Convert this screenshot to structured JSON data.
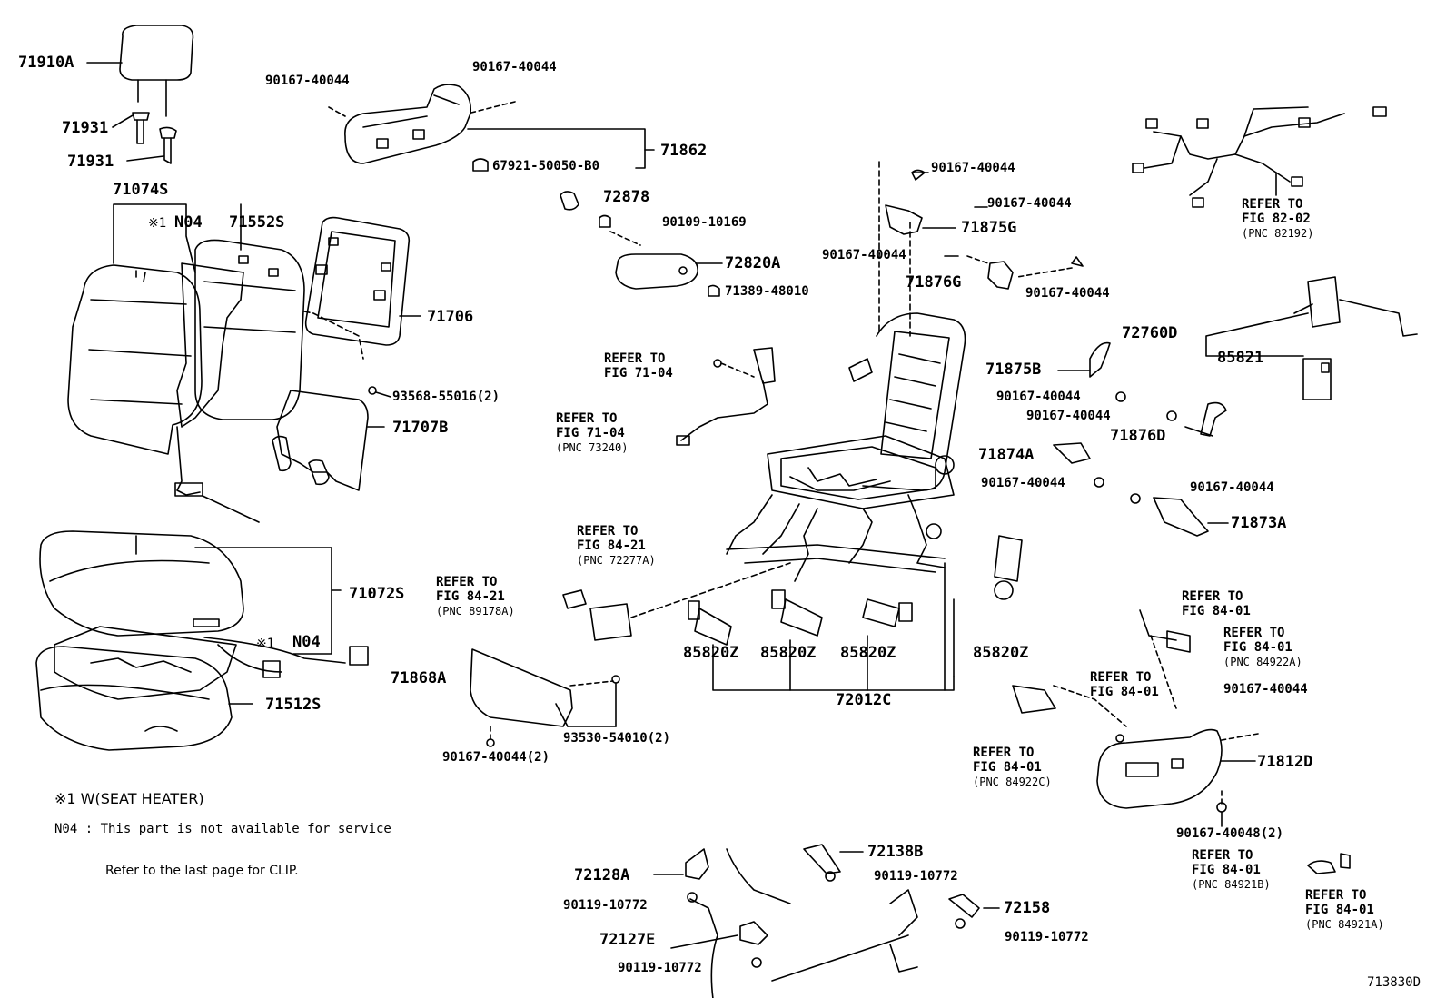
{
  "parts": {
    "p71910A": "71910A",
    "p71931a": "71931",
    "p71931b": "71931",
    "p71074S": "71074S",
    "n04a_mark": "※1",
    "n04a": "N04",
    "p71552S": "71552S",
    "p71706": "71706",
    "p93568": "93568-55016(2)",
    "p71707B": "71707B",
    "p90167a": "90167-40044",
    "p90167b": "90167-40044",
    "p71862": "71862",
    "p67921": "67921-50050-B0",
    "p72878": "72878",
    "p90109": "90109-10169",
    "p72820A": "72820A",
    "p71389": "71389-48010",
    "p90167c": "90167-40044",
    "p90167d": "90167-40044",
    "p71875G": "71875G",
    "p90167e": "90167-40044",
    "p71876G": "71876G",
    "p90167f": "90167-40044",
    "p72760D": "72760D",
    "p85821": "85821",
    "p71875B": "71875B",
    "p90167g": "90167-40044",
    "p90167h": "90167-40044",
    "p71876D": "71876D",
    "p71874A": "71874A",
    "p90167i": "90167-40044",
    "p90167j": "90167-40044",
    "p71873A": "71873A",
    "p71072S": "71072S",
    "n04b_mark": "※1",
    "n04b": "N04",
    "p71512S": "71512S",
    "p71868A": "71868A",
    "p90167k": "90167-40044(2)",
    "p93530": "93530-54010(2)",
    "p85820Z_a": "85820Z",
    "p85820Z_b": "85820Z",
    "p85820Z_c": "85820Z",
    "p85820Z_d": "85820Z",
    "p72012C": "72012C",
    "p90167l": "90167-40044",
    "p71812D": "71812D",
    "p90167m": "90167-40048(2)",
    "p72128A": "72128A",
    "p90119a": "90119-10772",
    "p72127E": "72127E",
    "p90119b": "90119-10772",
    "p72138B": "72138B",
    "p90119c": "90119-10772",
    "p72158": "72158",
    "p90119d": "90119-10772"
  },
  "refs": {
    "r1": {
      "l1": "REFER TO",
      "l2": "FIG 71-04",
      "pnc": ""
    },
    "r2": {
      "l1": "REFER TO",
      "l2": "FIG 71-04",
      "pnc": "(PNC 73240)"
    },
    "r3": {
      "l1": "REFER TO",
      "l2": "FIG 82-02",
      "pnc": "(PNC 82192)"
    },
    "r4": {
      "l1": "REFER TO",
      "l2": "FIG 84-21",
      "pnc": "(PNC 72277A)"
    },
    "r5": {
      "l1": "REFER TO",
      "l2": "FIG 84-21",
      "pnc": "(PNC 89178A)"
    },
    "r6": {
      "l1": "REFER TO",
      "l2": "FIG 84-01",
      "pnc": ""
    },
    "r7": {
      "l1": "REFER TO",
      "l2": "FIG 84-01",
      "pnc": "(PNC 84922A)"
    },
    "r8": {
      "l1": "REFER TO",
      "l2": "FIG 84-01",
      "pnc": ""
    },
    "r9": {
      "l1": "REFER TO",
      "l2": "FIG 84-01",
      "pnc": "(PNC 84922C)"
    },
    "r10": {
      "l1": "REFER TO",
      "l2": "FIG 84-01",
      "pnc": "(PNC 84921B)"
    },
    "r11": {
      "l1": "REFER TO",
      "l2": "FIG 84-01",
      "pnc": "(PNC 84921A)"
    }
  },
  "notes": {
    "heater": "※1 W(SEAT HEATER)",
    "n04": "N04 : This part is not available for service",
    "clip": "Refer to the last page for CLIP."
  },
  "figure_id": "713830D"
}
